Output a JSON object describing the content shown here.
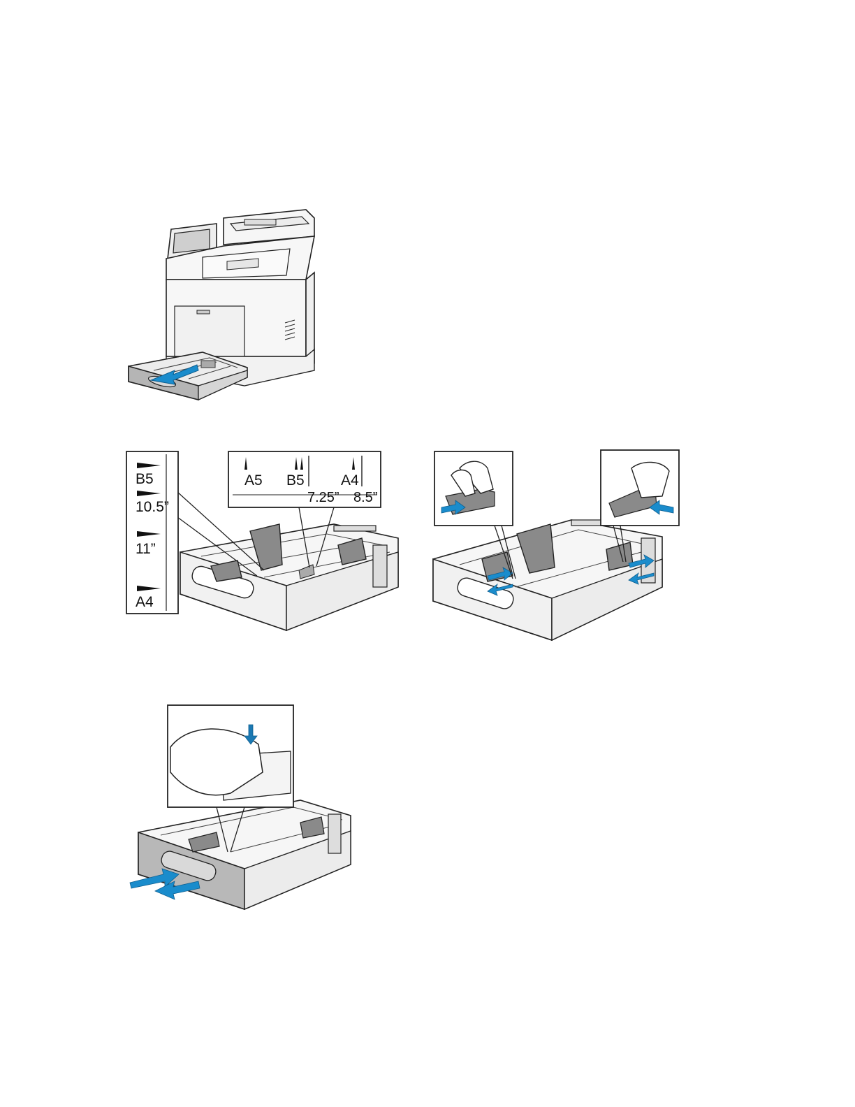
{
  "colors": {
    "arrow": "#1a8ccc",
    "arrow_dark": "#1b79b3",
    "outline": "#222222",
    "tray_fill": "#f4f4f4",
    "tray_front_gray": "#b8b8b8",
    "guide_gray": "#8a8a8a"
  },
  "figure_1": {
    "icon": "printer-tray-pull-out-icon"
  },
  "figure_2": {
    "left_scale_labels": [
      "B5",
      "10.5”",
      "11”",
      "A4"
    ],
    "top_scale_labels": [
      "A5",
      "B5",
      "A4",
      "7.25”",
      "8.5”"
    ]
  },
  "figure_3": {
    "icon": "squeeze-width-guides-icon"
  },
  "figure_4": {
    "icon": "adjust-tray-length-icon"
  }
}
